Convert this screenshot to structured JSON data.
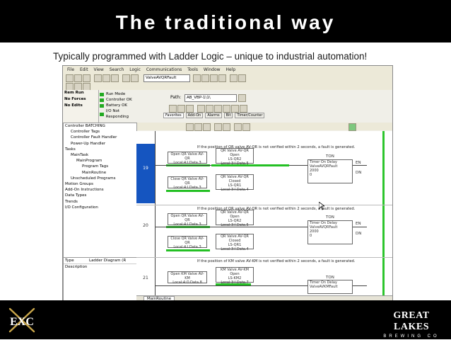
{
  "slide": {
    "title": "The traditional way",
    "subtitle": "Typically programmed with Ladder Logic – unique to industrial automation!"
  },
  "rslogix": {
    "menu": [
      "File",
      "Edit",
      "View",
      "Search",
      "Logic",
      "Communications",
      "Tools",
      "Window",
      "Help"
    ],
    "routine_dropdown": "ValveAVQRFault",
    "path_label": "Path:",
    "path_value": "AB_VBP-1\\1\\",
    "status": {
      "mode": "Rem Run",
      "forces": "No Forces",
      "edits": "No Edits"
    },
    "leds": [
      {
        "label": "Run Mode",
        "color": "#22aa22"
      },
      {
        "label": "Controller OK",
        "color": "#22aa22"
      },
      {
        "label": "Battery OK",
        "color": "#22aa22"
      },
      {
        "label": "I/O Not Responding",
        "color": "#22aa22"
      }
    ],
    "inst_tabs": [
      "Favorites",
      "Add-On",
      "Alarms",
      "Bit",
      "Timer/Counter"
    ],
    "tree": [
      "Controller BATCHING",
      "Controller Tags",
      "Controller Fault Handler",
      "Power-Up Handler",
      "Tasks",
      "MainTask",
      "MainProgram",
      "Program Tags",
      "MainRoutine",
      "Unscheduled Programs",
      "Motion Groups",
      "Add-On Instructions",
      "Data Types",
      "Trends",
      "I/O Configuration"
    ],
    "props": {
      "type": "Type",
      "type_value": "Ladder Diagram (R",
      "desc": "Description"
    },
    "routine_tab": "MainRoutine",
    "rungs": [
      {
        "number": "19",
        "comment": "If the position of QR valve AV-QR is not verified within 2 seconds, a fault is generated.",
        "b1_label": "Open QR Valve AV-QR",
        "b1_addr": "Local:4:I.Data.3",
        "b2_label": "QR Valve AV-QR Open",
        "b2_tag": "LS-QR2",
        "b2_addr": "Local:3:I.Data.5",
        "b3_label": "Close QR Valve AV-QR",
        "b3_addr": "Local:4:I.Data.3",
        "b4_label": "QR Valve AV-QR Closed",
        "b4_tag": "LS-QR1",
        "b4_addr": "Local:3:I.Data.4",
        "ton": "TON",
        "timer_title": "Timer On Delay",
        "timer": "ValveAVQRFault",
        "preset": "2000",
        "accum": "0",
        "coil1": "EN",
        "coil2": "DN"
      },
      {
        "number": "20",
        "comment": "If the position of QR valve AV-QR is not verified within 2 seconds, a fault is generated.",
        "b1_label": "Open QR Valve AV-QR",
        "b1_addr": "Local:4:I.Data.3",
        "b2_label": "QR Valve AV-QR Open",
        "b2_tag": "LS-QR2",
        "b2_addr": "Local:3:I.Data.5",
        "b3_label": "Close QR Valve AV-QR",
        "b3_addr": "Local:4:I.Data.3",
        "b4_label": "QR Valve AV-QR Closed",
        "b4_tag": "LS-QR1",
        "b4_addr": "Local:3:I.Data.4",
        "ton": "TON",
        "timer_title": "Timer On Delay",
        "timer": "ValveAVQRFault",
        "preset": "2000",
        "accum": "0",
        "coil1": "EN",
        "coil2": "DN"
      },
      {
        "number": "21",
        "comment": "If the position of KM valve AV-KM is not verified within 2 seconds, a fault is generated.",
        "b1_label": "Open KM Valve AV-KM",
        "b1_addr": "Local:4:O.Data.8",
        "b2_label": "KM Valve AV-KM Open",
        "b2_tag": "LS-KM2",
        "b2_addr": "Local:3:I.Data.7",
        "ton": "TON",
        "timer_title": "Timer On Delay",
        "timer": "ValveAVKMFault"
      }
    ]
  },
  "footer": {
    "left_logo_text": "EXC",
    "right_logo_line1": "GREAT LAKES",
    "right_logo_line2": "BREWING CO"
  },
  "colors": {
    "selection": "#1555c0",
    "energized": "#24c024",
    "title_bg": "#000000"
  }
}
